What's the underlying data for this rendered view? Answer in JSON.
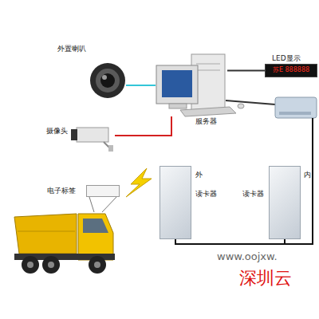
{
  "diagram": {
    "nodes": [
      {
        "text": [
          "外置喇叭"
        ]
      },
      {
        "text": [
          "服务器"
        ]
      },
      {
        "text": [
          "LED显示",
          "苏E 888888"
        ]
      },
      {
        "text": [
          "摄像头"
        ]
      },
      {
        "text": [
          "电子标签"
        ]
      },
      {
        "text": [
          "外",
          "读卡器"
        ]
      },
      {
        "text": [
          "内",
          "读卡器"
        ]
      }
    ],
    "edges": [
      {
        "from": 0,
        "to": 1,
        "arrow": "none"
      },
      {
        "from": 3,
        "to": 1,
        "arrow": "none"
      },
      {
        "from": 1,
        "to": 2,
        "arrow": "none"
      }
    ],
    "labels": [
      "www.oojxw.",
      "深圳云"
    ]
  }
}
